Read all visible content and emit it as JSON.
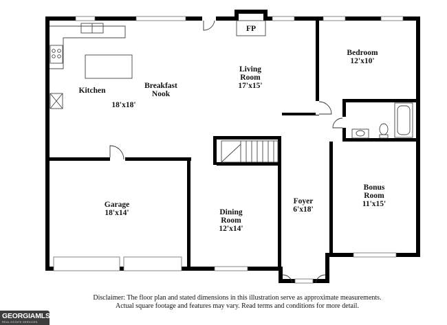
{
  "rooms": {
    "kitchen": {
      "name": "Kitchen"
    },
    "breakfast_nook": {
      "name_line1": "Breakfast",
      "name_line2": "Nook"
    },
    "kitchen_dims": "18'x18'",
    "living_room": {
      "name_line1": "Living",
      "name_line2": "Room",
      "dims": "17'x15'"
    },
    "fireplace": "FP",
    "bedroom": {
      "name": "Bedroom",
      "dims": "12'x10'"
    },
    "garage": {
      "name": "Garage",
      "dims": "18'x14'"
    },
    "dining_room": {
      "name_line1": "Dining",
      "name_line2": "Room",
      "dims": "12'x14'"
    },
    "foyer": {
      "name": "Foyer",
      "dims": "6'x18'"
    },
    "bonus_room": {
      "name_line1": "Bonus",
      "name_line2": "Room",
      "dims": "11'x15'"
    }
  },
  "disclaimer": {
    "line1": "Disclaimer: The floor plan and stated dimensions in this illustration serve as approximate measurements.",
    "line2": "Actual square footage and features may vary. Read terms and conditions for more detail."
  },
  "logo": {
    "main": "GEORGIAMLS",
    "sub": "REAL ESTATE SERVICES"
  }
}
